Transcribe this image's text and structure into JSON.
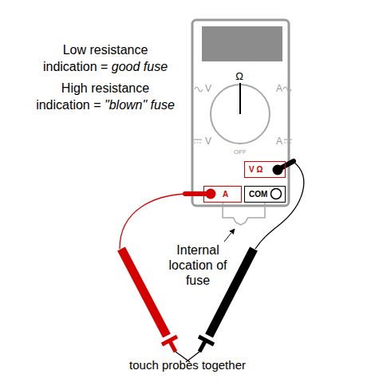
{
  "diagram": {
    "nodes": [
      {
        "text": [
          "V Ω"
        ]
      },
      {
        "text": [
          "A"
        ]
      },
      {
        "text": [
          "COM"
        ]
      }
    ],
    "edges": [
      {
        "from": 1,
        "to": 2,
        "arrow": "none"
      }
    ],
    "labels": [
      "Low resistance",
      "indication =",
      "good fuse",
      "High resistance",
      "indication =",
      "\"blown\" fuse",
      "Ω",
      "V",
      "A",
      "V",
      "A",
      "OFF",
      "Internal location of fuse",
      "touch probes together"
    ]
  }
}
